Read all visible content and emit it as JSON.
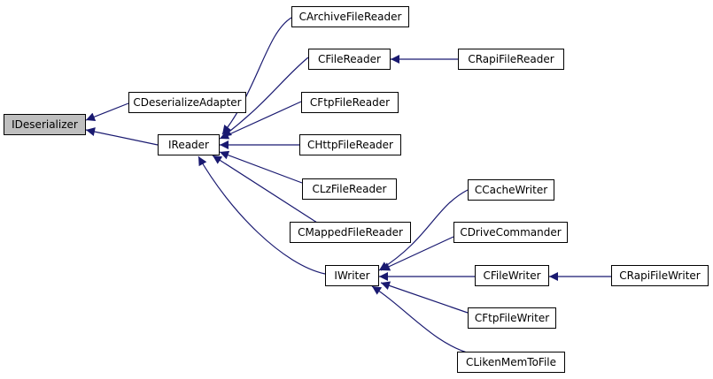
{
  "diagram": {
    "edge_color": "#191970",
    "root_fill": "#bfbfbf",
    "nodes": {
      "ideserializer": "IDeserializer",
      "cdeserializeadapter": "CDeserializeAdapter",
      "ireader": "IReader",
      "carchivefilereader": "CArchiveFileReader",
      "cfilereader": "CFileReader",
      "crapifilereader": "CRapiFileReader",
      "cftpfilereader": "CFtpFileReader",
      "chttpfilereader": "CHttpFileReader",
      "clzfilereader": "CLzFileReader",
      "cmappedfilereader": "CMappedFileReader",
      "iwriter": "IWriter",
      "ccachewriter": "CCacheWriter",
      "cdrivecommander": "CDriveCommander",
      "cfilewriter": "CFileWriter",
      "crapifilewriter": "CRapiFileWriter",
      "cftpfilewriter": "CFtpFileWriter",
      "clikenmemtofile": "CLikenMemToFile"
    },
    "edges": [
      {
        "from": "cdeserializeadapter",
        "to": "ideserializer"
      },
      {
        "from": "ireader",
        "to": "ideserializer"
      },
      {
        "from": "carchivefilereader",
        "to": "ireader"
      },
      {
        "from": "cfilereader",
        "to": "ireader"
      },
      {
        "from": "cftpfilereader",
        "to": "ireader"
      },
      {
        "from": "chttpfilereader",
        "to": "ireader"
      },
      {
        "from": "clzfilereader",
        "to": "ireader"
      },
      {
        "from": "cmappedfilereader",
        "to": "ireader"
      },
      {
        "from": "iwriter",
        "to": "ireader"
      },
      {
        "from": "crapifilereader",
        "to": "cfilereader"
      },
      {
        "from": "ccachewriter",
        "to": "iwriter"
      },
      {
        "from": "cdrivecommander",
        "to": "iwriter"
      },
      {
        "from": "cfilewriter",
        "to": "iwriter"
      },
      {
        "from": "cftpfilewriter",
        "to": "iwriter"
      },
      {
        "from": "clikenmemtofile",
        "to": "iwriter"
      },
      {
        "from": "crapifilewriter",
        "to": "cfilewriter"
      }
    ]
  }
}
